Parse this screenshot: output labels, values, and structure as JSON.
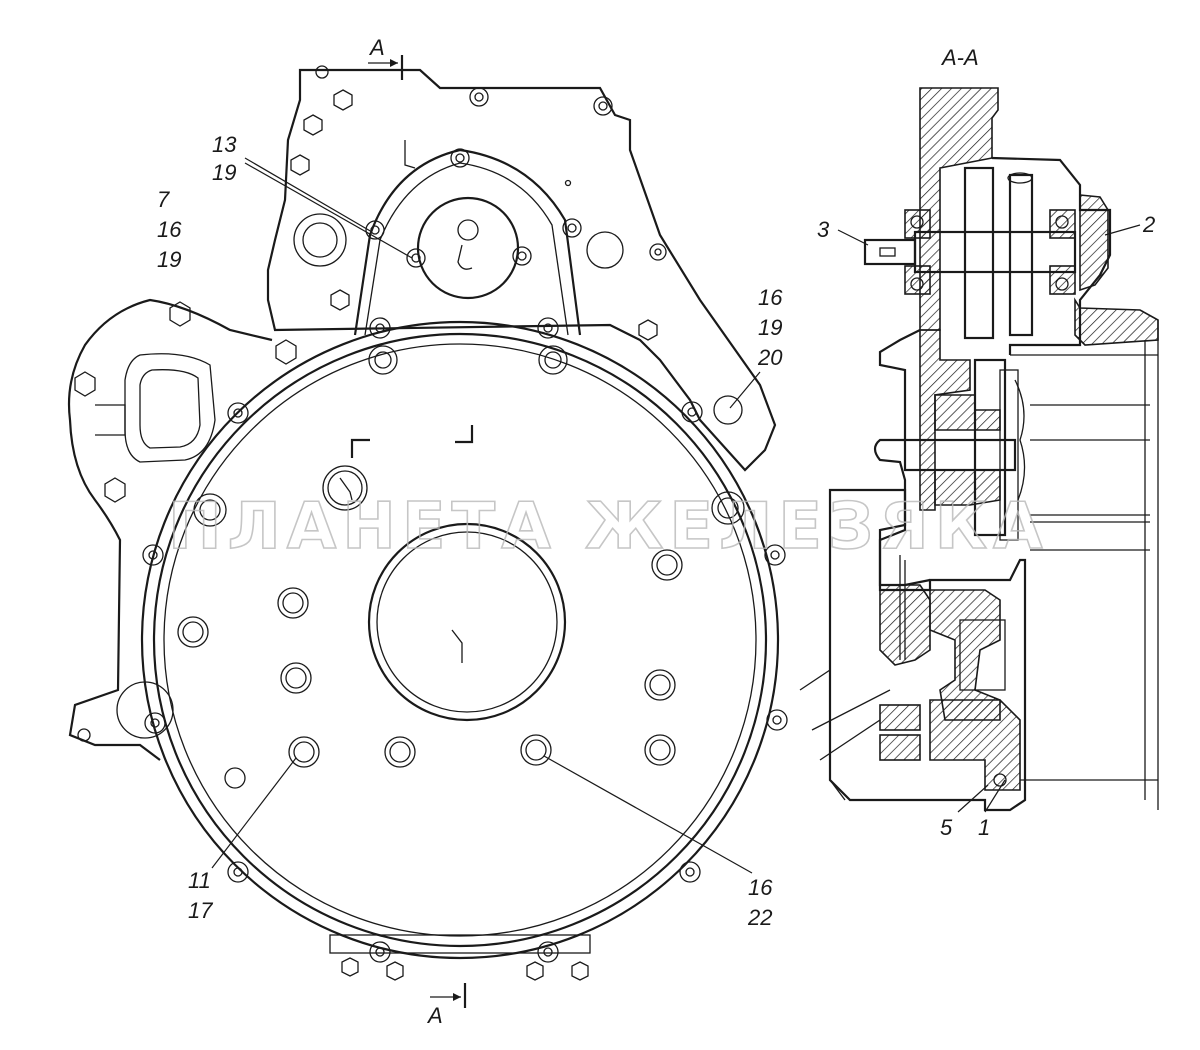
{
  "section_labels": {
    "top": "A",
    "bottom": "A",
    "view_title": "A-A"
  },
  "callouts": {
    "c13_19": [
      "13",
      "19"
    ],
    "c7_16_19": [
      "7",
      "16",
      "19"
    ],
    "c16_19_20": [
      "16",
      "19",
      "20"
    ],
    "c11_17": [
      "11",
      "17"
    ],
    "c16_22": [
      "16",
      "22"
    ],
    "c3": "3",
    "c2": "2",
    "c5": "5",
    "c1": "1"
  },
  "watermark": "ПЛАНЕТА ЖЕЛЕЗЯКА"
}
